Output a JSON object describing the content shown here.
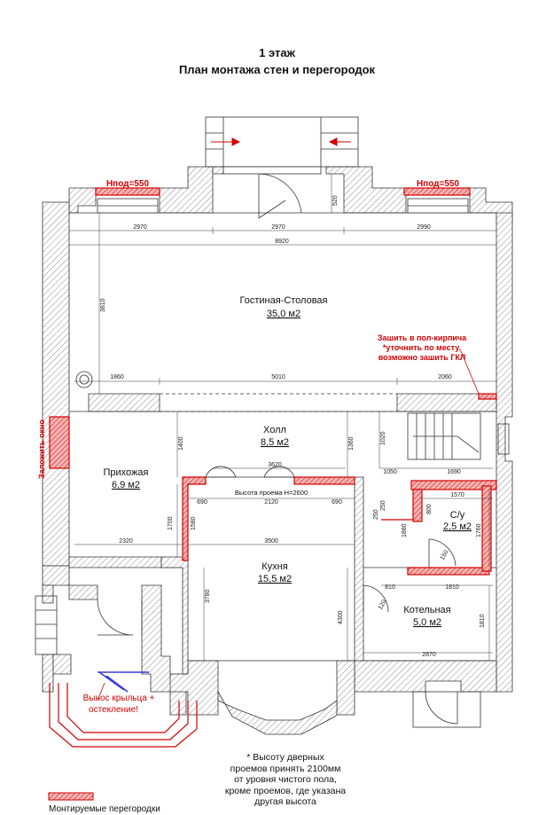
{
  "header": {
    "floor": "1 этаж",
    "plan_title": "План монтажа стен и перегородок"
  },
  "rooms": {
    "living": {
      "name": "Гостиная-Столовая",
      "area": "35,0 м2"
    },
    "hall": {
      "name": "Холл",
      "area": "8,5 м2"
    },
    "entry": {
      "name": "Прихожая",
      "area": "6,9 м2"
    },
    "kitchen": {
      "name": "Кухня",
      "area": "15,5 м2"
    },
    "wc": {
      "name": "С/у",
      "area": "2,5 м2"
    },
    "boiler": {
      "name": "Котельная",
      "area": "5,0 м2"
    }
  },
  "annotations": {
    "sill_left": "Нпод=550",
    "sill_right": "Нпод=550",
    "brick_note_1": "Зашить в пол-кирпича",
    "brick_note_2": "*уточнить по месту,",
    "brick_note_3": "возможно зашить ГКЛ",
    "window_fill": "Заложить окно",
    "porch_1": "Вынос крыльца +",
    "porch_2": "остекление!",
    "opening_height": "Высота проема Н=2600"
  },
  "dimensions": {
    "d2970a": "2970",
    "d2970b": "2970",
    "d2990": "2990",
    "d8920": "8920",
    "d520": "520",
    "d3810": "3810",
    "d1860": "1860",
    "d5010": "5010",
    "d2060": "2060",
    "d1400": "1400",
    "d1360": "1360",
    "d1020": "1020",
    "d3620": "3620",
    "d1050": "1050",
    "d1690": "1690",
    "d690a": "690",
    "d2120": "2120",
    "d690b": "690",
    "d250a": "250",
    "d250b": "250",
    "d1570": "1570",
    "d800": "800",
    "d1580": "1580",
    "d1700": "1700",
    "d1880": "1880",
    "d1760": "1760",
    "d150": "150",
    "d2320": "2320",
    "d3500": "3500",
    "d3780": "3780",
    "d4300": "4300",
    "d810a": "810",
    "d1810a": "1810",
    "d120": "120",
    "d1810b": "1810",
    "d2870": "2870"
  },
  "footnote": {
    "line1": "*      Высоту дверных",
    "line2": "проемов принять 2100мм",
    "line3": "от уровня чистого пола,",
    "line4": "кроме проемов, где указана",
    "line5": "другая высота"
  },
  "legend": {
    "label": "Монтируемые перегородки"
  },
  "colors": {
    "partition": "#d10000",
    "wall": "#333333",
    "hatch": "#9a9a9a"
  }
}
